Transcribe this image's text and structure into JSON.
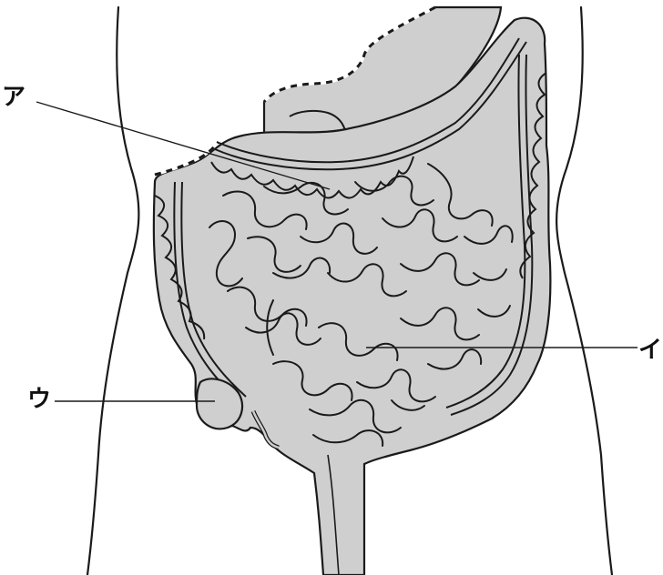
{
  "labels": {
    "a": "ア",
    "i": "イ",
    "u": "ウ"
  },
  "colors": {
    "organ_fill": "#cfcfcf",
    "outline": "#1a1a1a",
    "background": "#ffffff"
  }
}
